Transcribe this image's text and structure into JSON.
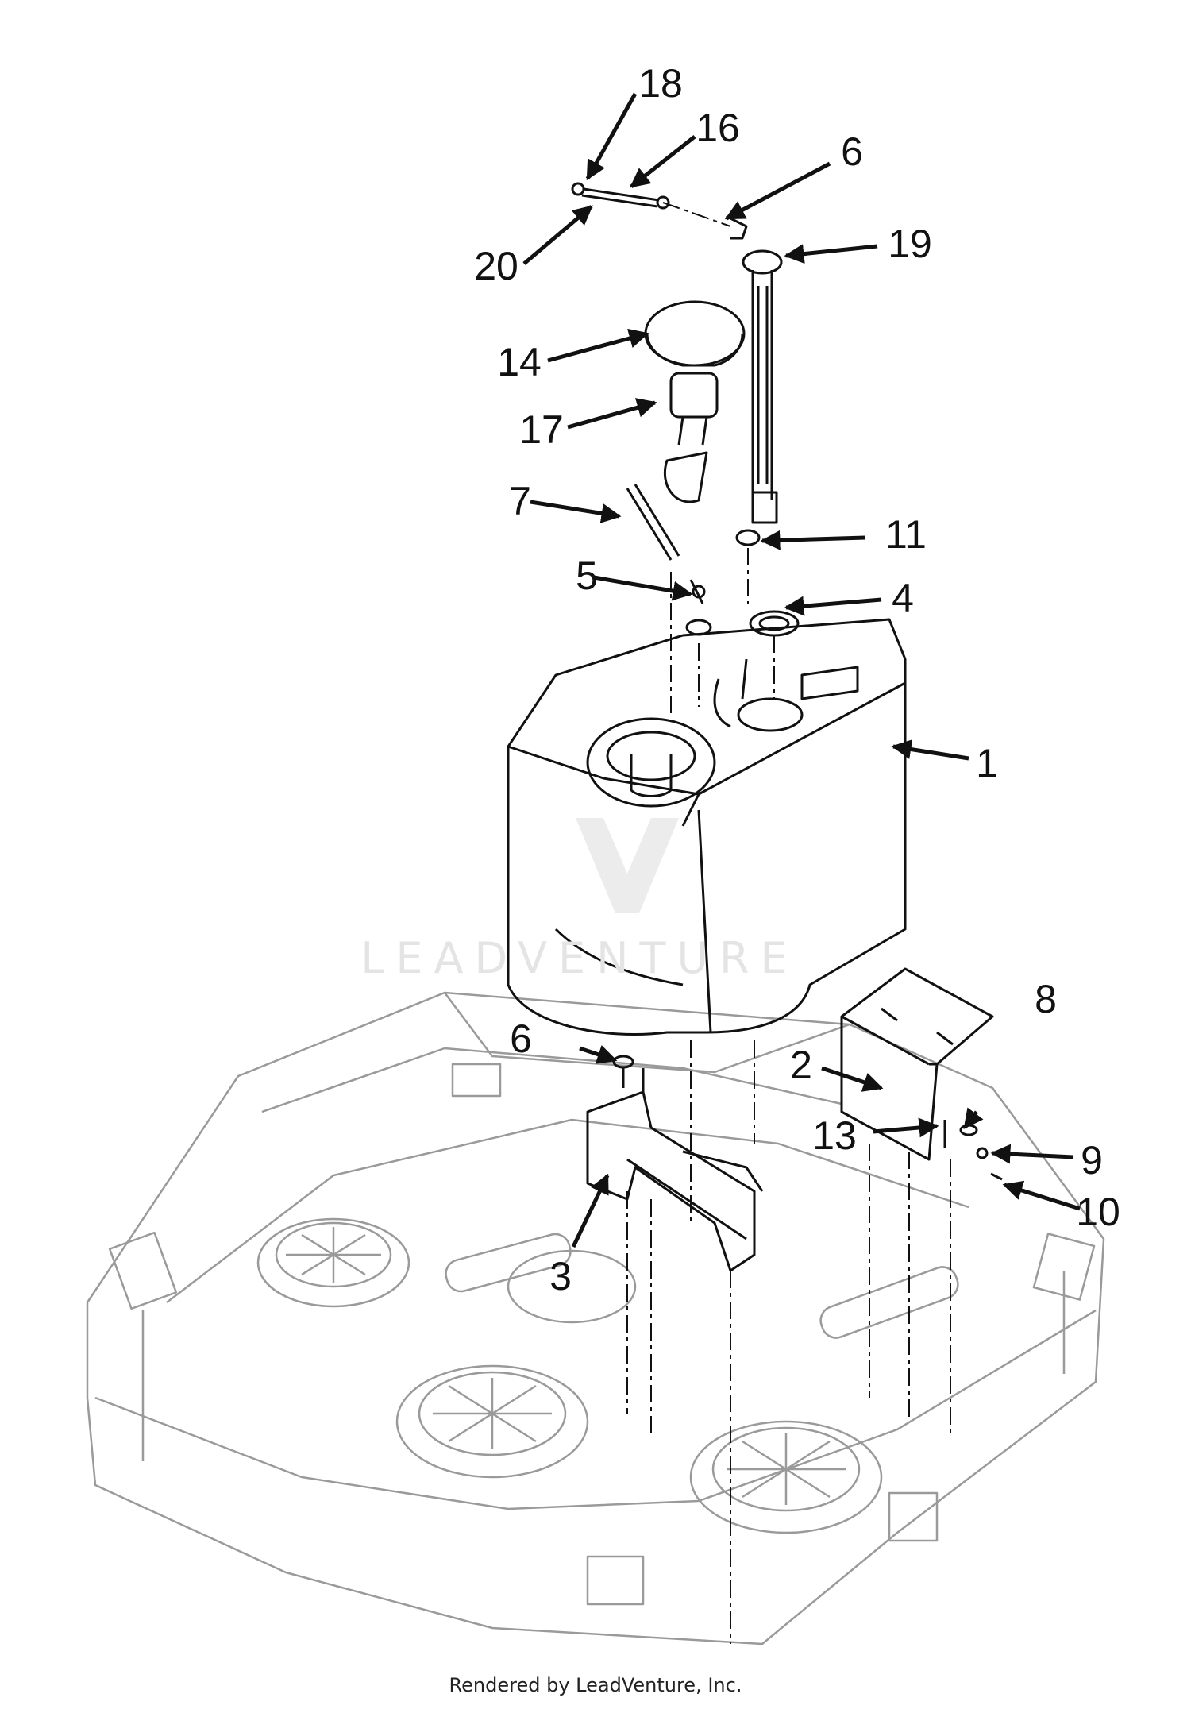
{
  "diagram": {
    "callouts": [
      "18",
      "16",
      "6",
      "20",
      "19",
      "14",
      "17",
      "7",
      "11",
      "5",
      "4",
      "1",
      "6",
      "2",
      "8",
      "13",
      "9",
      "3",
      "10"
    ]
  },
  "watermark": {
    "text": "LEADVENTURE"
  },
  "footer": {
    "text": "Rendered by LeadVenture, Inc."
  },
  "colors": {
    "ink": "#111111",
    "deck_line": "#9a9a9a",
    "watermark": "#e4e4e4"
  }
}
